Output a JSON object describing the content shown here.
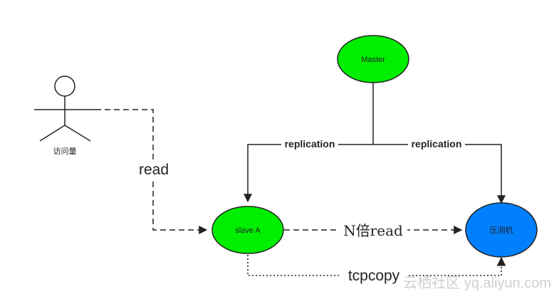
{
  "nodes": {
    "master": {
      "label": "Master",
      "color": "#00ee00"
    },
    "slave": {
      "label": "slave A",
      "color": "#00ee00"
    },
    "pressure": {
      "label": "压测机",
      "color": "#0080ff"
    }
  },
  "actor": {
    "label": "访问量"
  },
  "edges": {
    "replication_left": "replication",
    "replication_right": "replication",
    "read": "read",
    "nread": "N倍read",
    "tcpcopy": "tcpcopy"
  },
  "watermark": "云栖社区 yq.aliyun.com",
  "colors": {
    "stroke": "#222222",
    "node_green": "#00ee00",
    "node_blue": "#0080ff"
  }
}
